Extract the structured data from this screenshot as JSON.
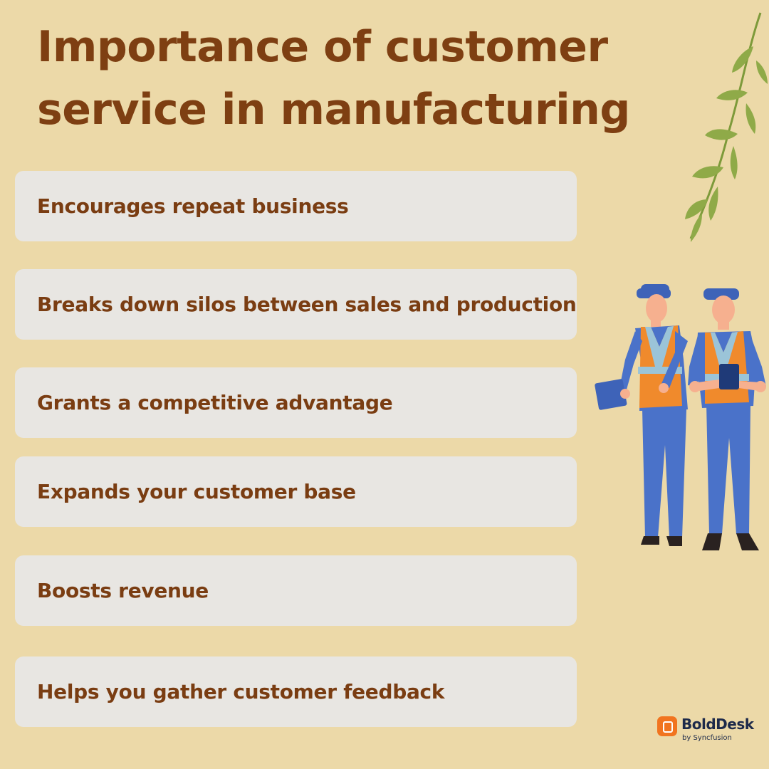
{
  "header": {
    "title_line1": "Importance of customer",
    "title_line2": "service in manufacturing"
  },
  "benefits": [
    "Encourages repeat business",
    "Breaks down silos between sales and production",
    "Grants a competitive advantage",
    "Expands your customer base",
    "Boosts revenue",
    "Helps you gather customer feedback"
  ],
  "brand": {
    "name": "BoldDesk",
    "tagline": "by Syncfusion",
    "accent": "#f1741f"
  },
  "illustrations": [
    "leaf-branch-icon",
    "factory-workers-illustration"
  ],
  "colors": {
    "background": "#ecd9a8",
    "title": "#7e3f12",
    "card": "#e8e6e2",
    "card_text": "#7a3d12"
  }
}
